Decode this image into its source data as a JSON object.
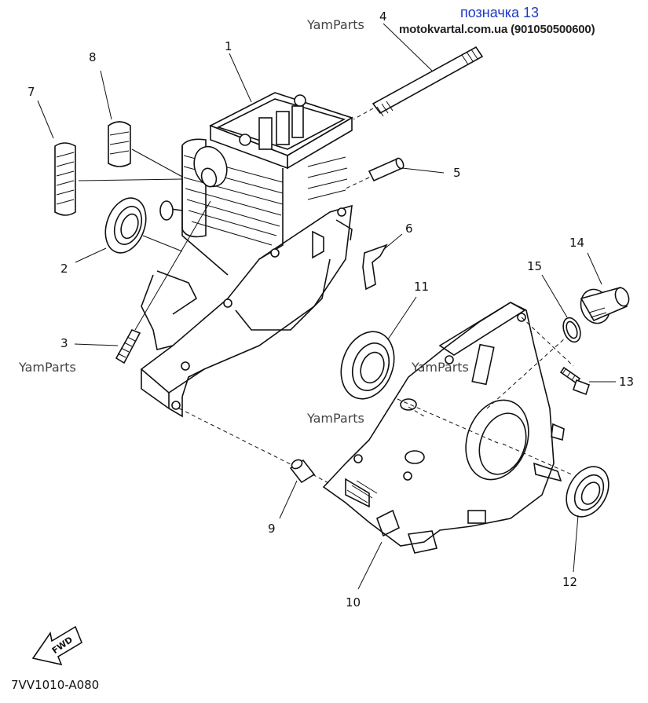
{
  "header": {
    "diagram_ref": "позначка 13",
    "site": "motokvartal.com.ua (901050500600)"
  },
  "watermarks": [
    "YamParts",
    "YamParts",
    "YamParts",
    "YamParts"
  ],
  "callouts": [
    "1",
    "2",
    "3",
    "4",
    "5",
    "6",
    "7",
    "8",
    "9",
    "10",
    "11",
    "12",
    "13",
    "14",
    "15"
  ],
  "fwd_label": "FWD",
  "diagram_code": "7VV1010-A080"
}
